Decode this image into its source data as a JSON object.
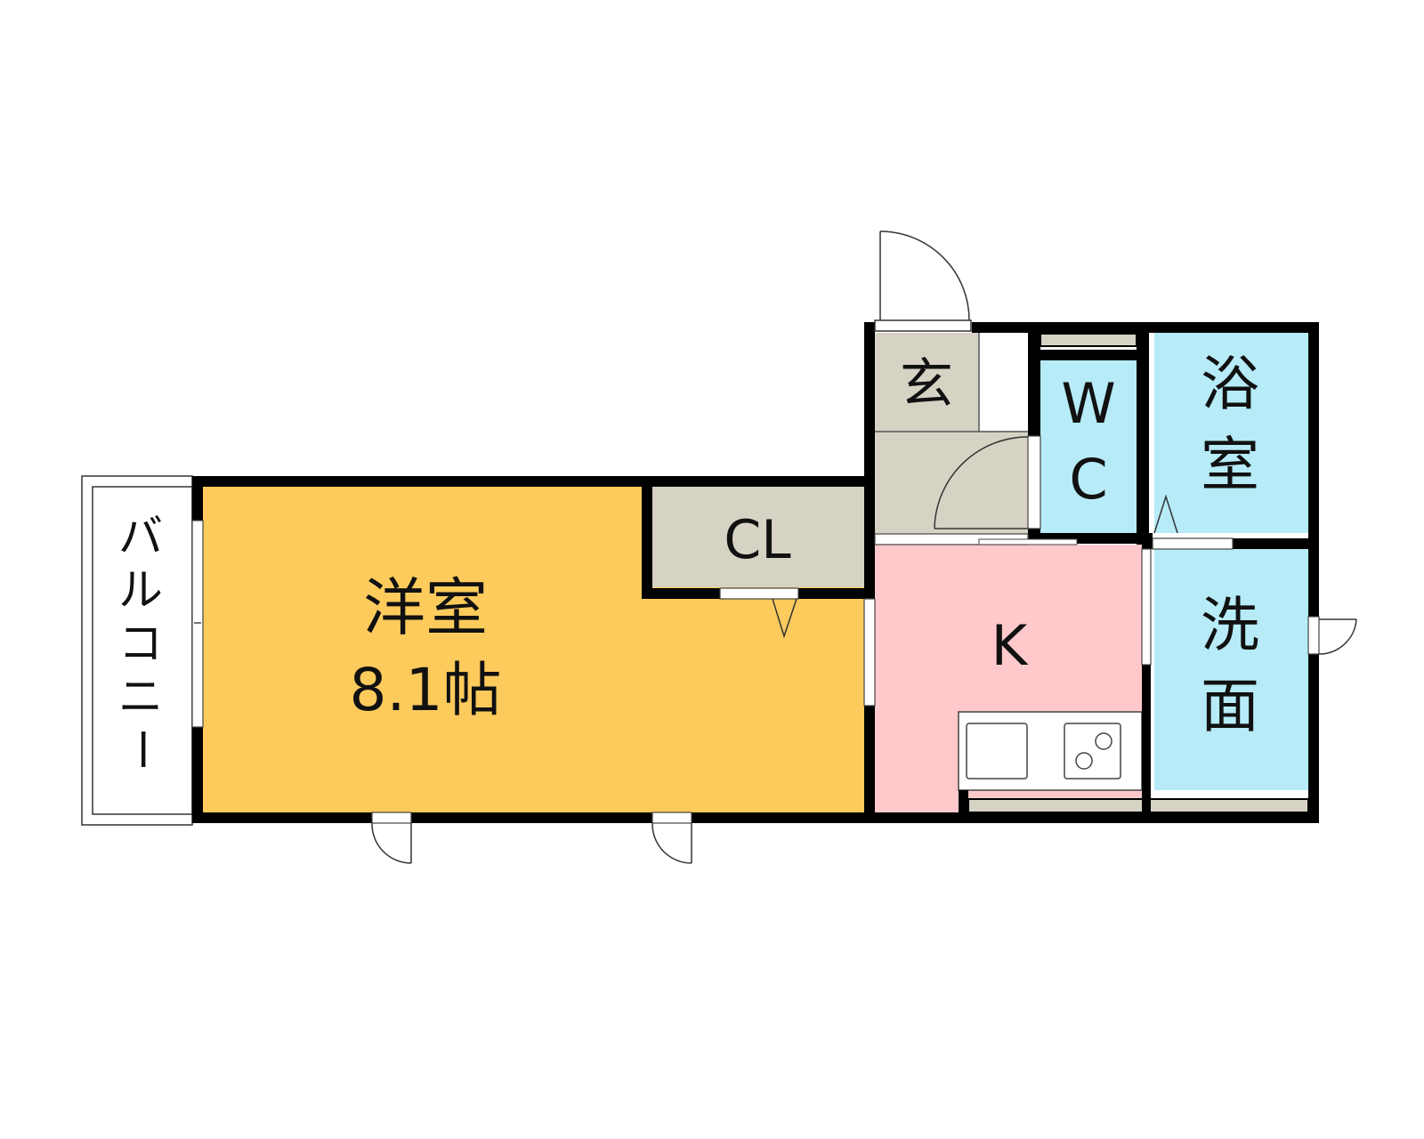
{
  "colors": {
    "wall": "#000000",
    "western_room": "#fccb5c",
    "closet": "#d6d3c5",
    "entrance": "#d6d3c5",
    "kitchen": "#ffc9cb",
    "wc": "#b6ebf7",
    "bath": "#b6ebf7",
    "washroom": "#b6ebf7",
    "balcony": "#ffffff"
  },
  "rooms": {
    "western_room": {
      "name": "洋室",
      "size": "8.1帖"
    },
    "closet": {
      "name": "CL"
    },
    "entrance": {
      "name": "玄"
    },
    "wc": {
      "line1": "W",
      "line2": "C"
    },
    "bath": {
      "line1": "浴",
      "line2": "室"
    },
    "washroom": {
      "line1": "洗",
      "line2": "面"
    },
    "kitchen": {
      "name": "K"
    },
    "balcony": {
      "chars": [
        "バ",
        "ル",
        "コ",
        "ニ",
        "ー"
      ]
    }
  }
}
